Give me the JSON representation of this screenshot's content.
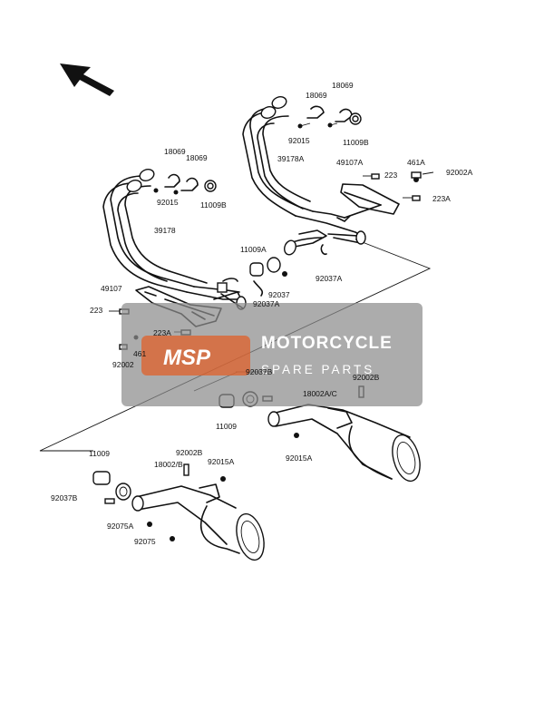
{
  "parts": {
    "p18069_a": "18069",
    "p18069_b": "18069",
    "p92015_top": "92015",
    "p11009b_top": "11009B",
    "p39178a": "39178A",
    "p49107a": "49107A",
    "p223_top": "223",
    "p461a": "461A",
    "p92002a": "92002A",
    "p223a_top": "223A",
    "p92037a_top": "92037A",
    "p18069_c": "18069",
    "p18069_d": "18069",
    "p92015_left": "92015",
    "p11009b_left": "11009B",
    "p39178": "39178",
    "p11009a": "11009A",
    "p92037": "92037",
    "p92037a_mid": "92037A",
    "p49107": "49107",
    "p223_left": "223",
    "p223a_mid": "223A",
    "p461": "461",
    "p92002": "92002",
    "p92037b_mid": "92037B",
    "p92002b_right": "92002B",
    "p18002ac": "18002A/C",
    "p11009_mid": "11009",
    "p92015a_right": "92015A",
    "p11009_left": "11009",
    "p92002b_left": "92002B",
    "p18002b": "18002/B",
    "p92015a_left": "92015A",
    "p92037b_left": "92037B",
    "p92075a": "92075A",
    "p92075": "92075"
  },
  "watermark": {
    "logo": "MSP",
    "line1": "MOTORCYCLE",
    "line2": "SPARE PARTS",
    "colors": {
      "panel": "#8c8c8c",
      "logo_bg": "#e0602a"
    }
  },
  "icons": {
    "direction": "front-direction-arrow-icon"
  }
}
